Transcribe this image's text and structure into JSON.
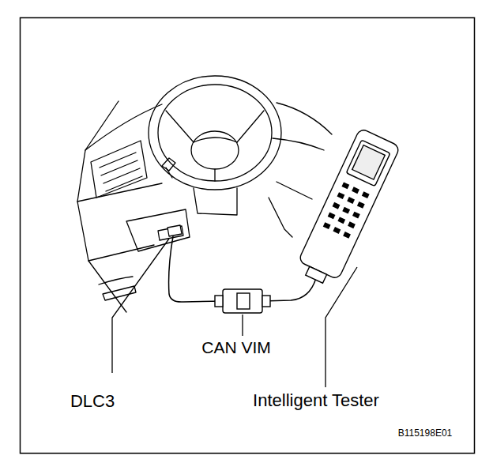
{
  "diagram": {
    "labels": [
      "CAN VIM",
      "DLC3",
      "Intelligent Tester",
      "B115198E01"
    ]
  }
}
